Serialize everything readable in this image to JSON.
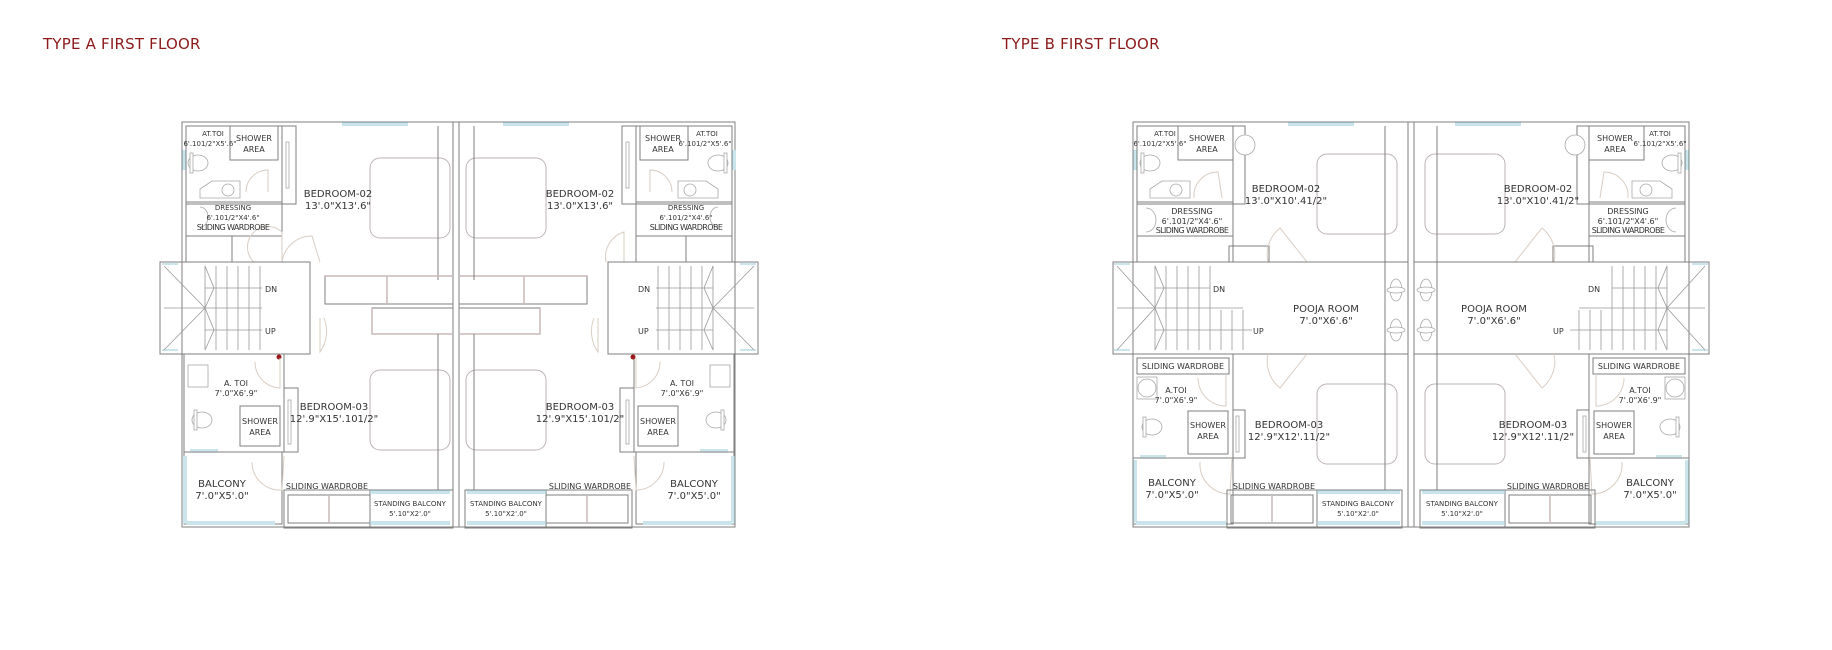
{
  "titles": {
    "type_a": "TYPE A FIRST FLOOR",
    "type_b": "TYPE B FIRST FLOOR"
  },
  "colors": {
    "title": "#8b1a1a",
    "wall": "#7f7f7f",
    "window": "#a9d3df",
    "door_swing": "#d9cdc3",
    "marker": "#9b1b1b"
  },
  "type_a": {
    "left_unit": {
      "att_toilet": {
        "name": "AT.TOI",
        "size": "6'.101/2\"X5'.6\""
      },
      "shower_top": {
        "l1": "SHOWER",
        "l2": "AREA"
      },
      "dressing": {
        "name": "DRESSING",
        "size": "6'.101/2\"X4'.6\"",
        "wardrobe": "SLIDING WARDROBE"
      },
      "bedroom_02": {
        "name": "BEDROOM-02",
        "size": "13'.0\"X13'.6\""
      },
      "stair": {
        "dn": "DN",
        "up": "UP"
      },
      "a_toilet": {
        "name": "A. TOI",
        "size": "7'.0\"X6'.9\""
      },
      "shower_bottom": {
        "l1": "SHOWER",
        "l2": "AREA"
      },
      "bedroom_03": {
        "name": "BEDROOM-03",
        "size": "12'.9\"X15'.101/2\""
      },
      "balcony": {
        "name": "BALCONY",
        "size": "7'.0\"X5'.0\""
      },
      "sliding_wardrobe": "SLIDING WARDROBE",
      "standing_balcony": {
        "name": "STANDING BALCONY",
        "size": "5'.10\"X2'.0\""
      }
    },
    "right_unit": {
      "att_toilet": {
        "name": "AT.TOI",
        "size": "6'.101/2\"X5'.6\""
      },
      "shower_top": {
        "l1": "SHOWER",
        "l2": "AREA"
      },
      "dressing": {
        "name": "DRESSING",
        "size": "6'.101/2\"X4'.6\"",
        "wardrobe": "SLIDING WARDROBE"
      },
      "bedroom_02": {
        "name": "BEDROOM-02",
        "size": "13'.0\"X13'.6\""
      },
      "stair": {
        "dn": "DN",
        "up": "UP"
      },
      "a_toilet": {
        "name": "A. TOI",
        "size": "7'.0\"X6'.9\""
      },
      "shower_bottom": {
        "l1": "SHOWER",
        "l2": "AREA"
      },
      "bedroom_03": {
        "name": "BEDROOM-03",
        "size": "12'.9\"X15'.101/2\""
      },
      "balcony": {
        "name": "BALCONY",
        "size": "7'.0\"X5'.0\""
      },
      "sliding_wardrobe": "SLIDING WARDROBE",
      "standing_balcony": {
        "name": "STANDING BALCONY",
        "size": "5'.10\"X2'.0\""
      }
    }
  },
  "type_b": {
    "left_unit": {
      "att_toilet": {
        "name": "AT.TOI",
        "size": "6'.101/2\"X5'.6\""
      },
      "shower_top": {
        "l1": "SHOWER",
        "l2": "AREA"
      },
      "dressing": {
        "name": "DRESSING",
        "size": "6'.101/2\"X4'.6\"",
        "wardrobe": "SLIDING WARDROBE"
      },
      "bedroom_02": {
        "name": "BEDROOM-02",
        "size": "13'.0\"X10'.41/2\""
      },
      "stair": {
        "dn": "DN",
        "up": "UP"
      },
      "pooja": {
        "name": "POOJA ROOM",
        "size": "7'.0\"X6'.6\""
      },
      "wardrobe_top": "SLIDING WARDROBE",
      "a_toilet": {
        "name": "A.TOI",
        "size": "7'.0\"X6'.9\""
      },
      "shower_bottom": {
        "l1": "SHOWER",
        "l2": "AREA"
      },
      "bedroom_03": {
        "name": "BEDROOM-03",
        "size": "12'.9\"X12'.11/2\""
      },
      "balcony": {
        "name": "BALCONY",
        "size": "7'.0\"X5'.0\""
      },
      "sliding_wardrobe": "SLIDING WARDROBE",
      "standing_balcony": {
        "name": "STANDING BALCONY",
        "size": "5'.10\"X2'.0\""
      }
    },
    "right_unit": {
      "att_toilet": {
        "name": "AT.TOI",
        "size": "6'.101/2\"X5'.6\""
      },
      "shower_top": {
        "l1": "SHOWER",
        "l2": "AREA"
      },
      "dressing": {
        "name": "DRESSING",
        "size": "6'.101/2\"X4'.6\"",
        "wardrobe": "SLIDING WARDROBE"
      },
      "bedroom_02": {
        "name": "BEDROOM-02",
        "size": "13'.0\"X10'.41/2\""
      },
      "stair": {
        "dn": "DN",
        "up": "UP"
      },
      "pooja": {
        "name": "POOJA ROOM",
        "size": "7'.0\"X6'.6\""
      },
      "wardrobe_top": "SLIDING WARDROBE",
      "a_toilet": {
        "name": "A.TOI",
        "size": "7'.0\"X6'.9\""
      },
      "shower_bottom": {
        "l1": "SHOWER",
        "l2": "AREA"
      },
      "bedroom_03": {
        "name": "BEDROOM-03",
        "size": "12'.9\"X12'.11/2\""
      },
      "balcony": {
        "name": "BALCONY",
        "size": "7'.0\"X5'.0\""
      },
      "sliding_wardrobe": "SLIDING WARDROBE",
      "standing_balcony": {
        "name": "STANDING BALCONY",
        "size": "5'.10\"X2'.0\""
      }
    }
  }
}
